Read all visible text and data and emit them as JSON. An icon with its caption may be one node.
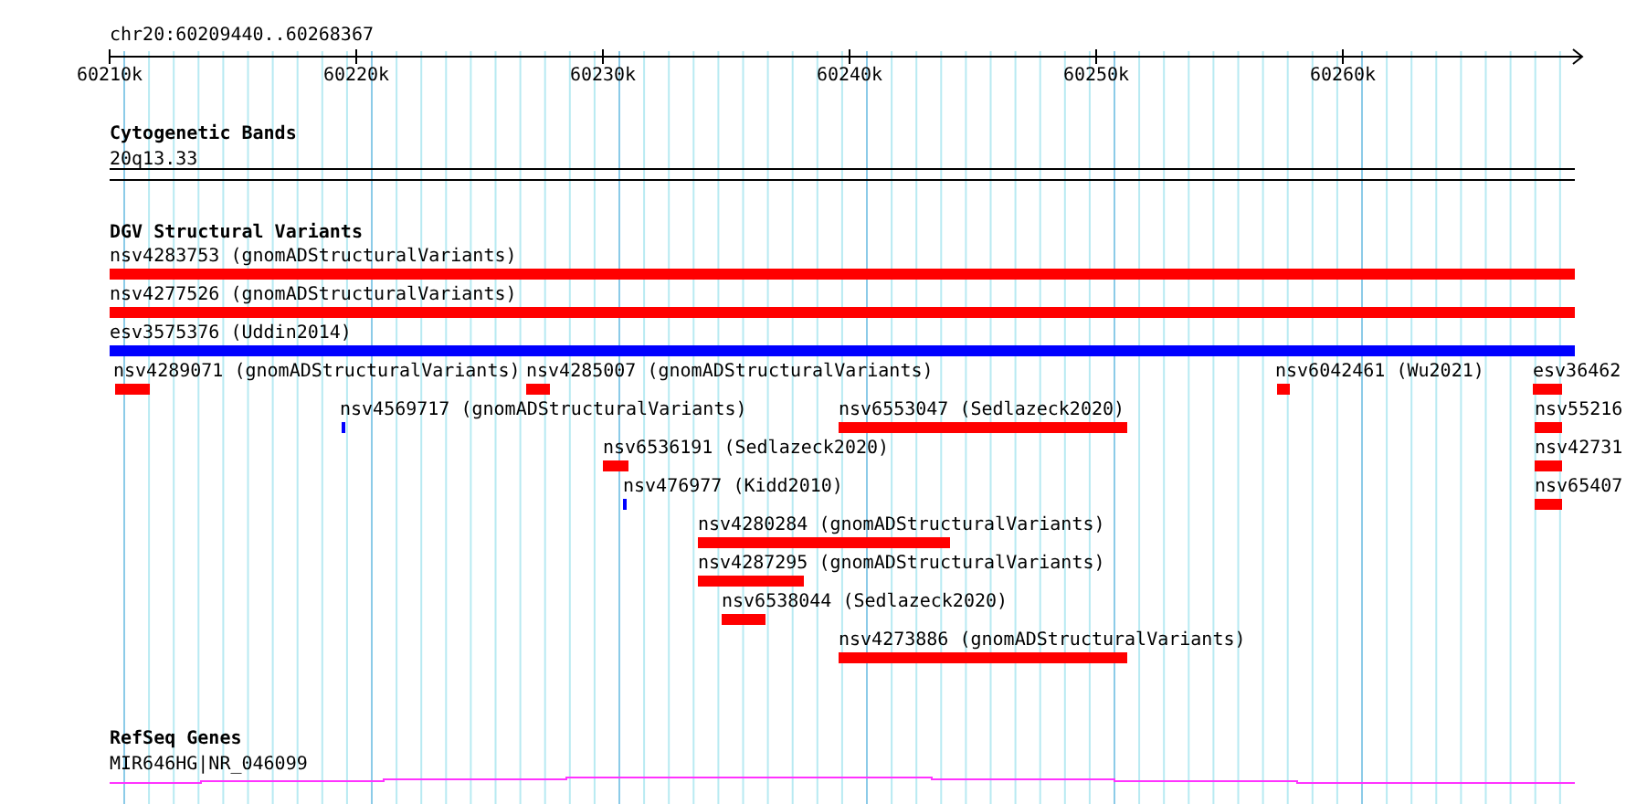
{
  "diagram": {
    "nodes": [
      {
        "text": [
          "20q13.33"
        ]
      },
      {
        "text": [
          "nsv4283753 (gnomADStructuralVariants)"
        ]
      },
      {
        "text": [
          "nsv4277526 (gnomADStructuralVariants)"
        ]
      },
      {
        "text": [
          "esv3575376 (Uddin2014)"
        ]
      },
      {
        "text": [
          "nsv4289071 (gnomADStructuralVariants)"
        ]
      },
      {
        "text": [
          "nsv4285007 (gnomADStructuralVariants)"
        ]
      },
      {
        "text": [
          "nsv6042461 (Wu2021)"
        ]
      },
      {
        "text": [
          "esv36462"
        ]
      },
      {
        "text": [
          "nsv4569717 (gnomADStructuralVariants)"
        ]
      },
      {
        "text": [
          "nsv6553047 (Sedlazeck2020)"
        ]
      },
      {
        "text": [
          "nsv55216"
        ]
      },
      {
        "text": [
          "nsv6536191 (Sedlazeck2020)"
        ]
      },
      {
        "text": [
          "nsv42731"
        ]
      },
      {
        "text": [
          "nsv476977 (Kidd2010)"
        ]
      },
      {
        "text": [
          "nsv65407"
        ]
      },
      {
        "text": [
          "nsv4280284 (gnomADStructuralVariants)"
        ]
      },
      {
        "text": [
          "nsv4287295 (gnomADStructuralVariants)"
        ]
      },
      {
        "text": [
          "nsv6538044 (Sedlazeck2020)"
        ]
      },
      {
        "text": [
          "nsv4273886 (gnomADStructuralVariants)"
        ]
      },
      {
        "text": [
          "MIR646HG|NR_046099"
        ]
      }
    ],
    "labels": [
      "chr20:60209440..60268367",
      "60210k",
      "60220k",
      "60230k",
      "60240k",
      "60250k",
      "60260k",
      "Cytogenetic Bands",
      "DGV Structural Variants",
      "RefSeq Genes"
    ]
  }
}
